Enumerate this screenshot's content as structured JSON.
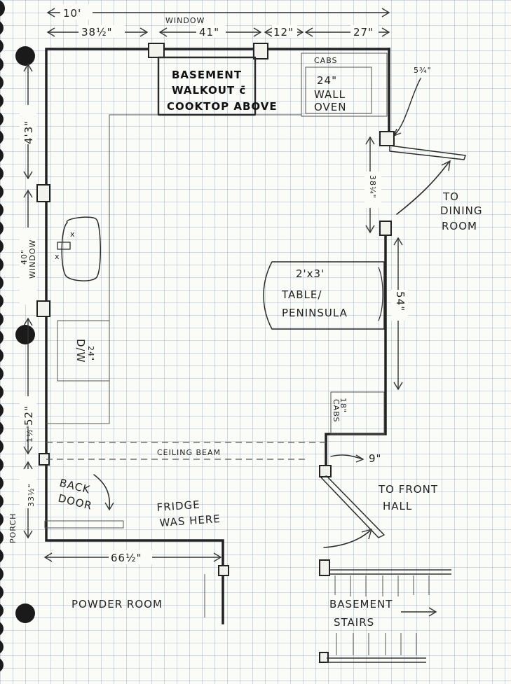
{
  "dimensions": {
    "overall_width": "10'",
    "top_left_segment": "38½\"",
    "window_span": "41\"",
    "window_right_segment": "12\"",
    "top_right_segment": "27\"",
    "left_upper": "4'3\"",
    "left_window": "40\"",
    "left_lower": "52\"",
    "left_small": "1½\"",
    "porch_segment": "33½\"",
    "bottom_run": "66½\"",
    "right_corner": "5¾\"",
    "right_door_gap": "38¼\"",
    "right_wall": "54\"",
    "front_hall_offset": "9\""
  },
  "labels": {
    "window_top": "WINDOW",
    "basement_walkout_1": "BASEMENT",
    "basement_walkout_2": "WALKOUT c̄",
    "basement_walkout_3": "COOKTOP ABOVE",
    "cabs_top": "CABS",
    "wall_oven_1": "24\"",
    "wall_oven_2": "WALL",
    "wall_oven_3": "OVEN",
    "window_left": "WINDOW",
    "dw": "D/W",
    "dw_size": "24\"",
    "table_1": "2'x3'",
    "table_2": "TABLE/",
    "table_3": "PENINSULA",
    "cabs_right_size": "18\"",
    "cabs_right": "CABS",
    "ceiling_beam": "CEILING BEAM",
    "back_door_1": "BACK",
    "back_door_2": "DOOR",
    "fridge_1": "FRIDGE",
    "fridge_2": "WAS HERE",
    "porch": "PORCH",
    "powder_room": "POWDER ROOM",
    "dining_1": "TO",
    "dining_2": "DINING",
    "dining_3": "ROOM",
    "front_hall_1": "TO FRONT",
    "front_hall_2": "HALL",
    "basement_stairs_1": "BASEMENT",
    "basement_stairs_2": "STAIRS"
  }
}
